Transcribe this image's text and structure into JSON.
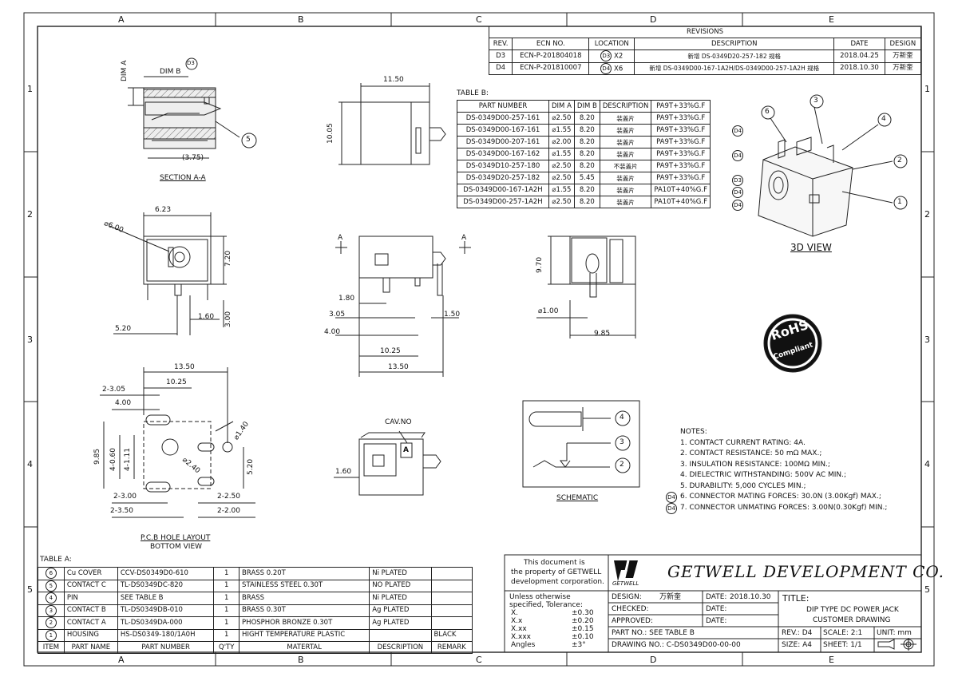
{
  "frame": {
    "zones_top": [
      "A",
      "B",
      "C",
      "D",
      "E"
    ],
    "zones_side": [
      "1",
      "2",
      "3",
      "4",
      "5"
    ]
  },
  "revisions": {
    "title": "REVISIONS",
    "headers": [
      "REV.",
      "ECN NO.",
      "LOCATION",
      "DESCRIPTION",
      "DATE",
      "DESIGN"
    ],
    "rows": [
      {
        "rev": "D3",
        "ecn": "ECN-P-201804018",
        "loc_mark": "D3",
        "loc": "X2",
        "desc": "新增 DS-0349D20-257-182 规格",
        "date": "2018.04.25",
        "design": "万新奎"
      },
      {
        "rev": "D4",
        "ecn": "ECN-P-201810007",
        "loc_mark": "D4",
        "loc": "X6",
        "desc": "新增 DS-0349D00-167-1A2H/DS-0349D00-257-1A2H 规格",
        "date": "2018.10.30",
        "design": "万新奎"
      }
    ]
  },
  "table_b": {
    "title": "TABLE B:",
    "headers": [
      "PART NUMBER",
      "DIM A",
      "DIM B",
      "DESCRIPTION",
      "PA9T+33%G.F"
    ],
    "header_last": "PA9T+33%G.F",
    "rows": [
      {
        "pn": "DS-0349D00-257-161",
        "a": "⌀2.50",
        "b": "8.20",
        "d": "装盖片",
        "m": "PA9T+33%G.F",
        "mark": ""
      },
      {
        "pn": "DS-0349D00-167-161",
        "a": "⌀1.55",
        "b": "8.20",
        "d": "装盖片",
        "m": "PA9T+33%G.F",
        "mark": "D4"
      },
      {
        "pn": "DS-0349D00-207-161",
        "a": "⌀2.00",
        "b": "8.20",
        "d": "装盖片",
        "m": "PA9T+33%G.F",
        "mark": ""
      },
      {
        "pn": "DS-0349D00-167-162",
        "a": "⌀1.55",
        "b": "8.20",
        "d": "装盖片",
        "m": "PA9T+33%G.F",
        "mark": "D4"
      },
      {
        "pn": "DS-0349D10-257-180",
        "a": "⌀2.50",
        "b": "8.20",
        "d": "不装盖片",
        "m": "PA9T+33%G.F",
        "mark": ""
      },
      {
        "pn": "DS-0349D20-257-182",
        "a": "⌀2.50",
        "b": "5.45",
        "d": "装盖片",
        "m": "PA9T+33%G.F",
        "mark": "D3"
      },
      {
        "pn": "DS-0349D00-167-1A2H",
        "a": "⌀1.55",
        "b": "8.20",
        "d": "装盖片",
        "m": "PA10T+40%G.F",
        "mark": "D4"
      },
      {
        "pn": "DS-0349D00-257-1A2H",
        "a": "⌀2.50",
        "b": "8.20",
        "d": "装盖片",
        "m": "PA10T+40%G.F",
        "mark": "D4"
      }
    ]
  },
  "views": {
    "section_label": "SECTION A-A",
    "pcb_label": "P.C.B HOLE LAYOUT",
    "pcb_sub": "BOTTOM VIEW",
    "schematic_label": "SCHEMATIC",
    "view3d_label": "3D VIEW",
    "cav_label": "CAV.NO",
    "cav_letter": "A",
    "rohs_main": "RoHS",
    "rohs_sub": "Compliant"
  },
  "dims": {
    "dim_a": "DIM A",
    "dim_b": "DIM B",
    "d3": "D3",
    "c5": "5",
    "d375": "(3.75)",
    "w1150": "11.50",
    "h1005": "10.05",
    "w623": "6.23",
    "dia600": "⌀6.00",
    "h720": "7.20",
    "w160": "1.60",
    "h300": "3.00",
    "w520": "5.20",
    "a1": "A",
    "a2": "A",
    "w180": "1.80",
    "w305": "3.05",
    "w400": "4.00",
    "w150": "1.50",
    "w1025": "10.25",
    "w1350": "13.50",
    "h970": "9.70",
    "dia100": "⌀1.00",
    "w985": "9.85",
    "p1350": "13.50",
    "p1025": "10.25",
    "p2305": "2-3.05",
    "p400": "4.00",
    "p985": "9.85",
    "p4060": "4-0.60",
    "p4111": "4-1.11",
    "p140": "⌀1.40",
    "p240": "⌀2.40",
    "p520": "5.20",
    "p2300": "2-3.00",
    "p2350": "2-3.50",
    "p2250": "2-2.50",
    "p2200": "2-2.00",
    "v160": "1.60",
    "n6": "6",
    "n3": "3",
    "n4": "4",
    "n2": "2",
    "n1": "1"
  },
  "notes": {
    "title": "NOTES:",
    "items": [
      {
        "mark": "",
        "text": "1. CONTACT CURRENT RATING: 4A."
      },
      {
        "mark": "",
        "text": "2. CONTACT RESISTANCE: 50 mΩ MAX.;"
      },
      {
        "mark": "",
        "text": "3. INSULATION RESISTANCE: 100MΩ MIN.;"
      },
      {
        "mark": "",
        "text": "4. DIELECTRIC WITHSTANDING: 500V AC MIN.;"
      },
      {
        "mark": "",
        "text": "5. DURABILITY: 5,000 CYCLES MIN.;"
      },
      {
        "mark": "D4",
        "text": "6. CONNECTOR MATING FORCES: 30.0N (3.00Kgf) MAX.;"
      },
      {
        "mark": "D4",
        "text": "7. CONNECTOR UNMATING FORCES: 3.00N(0.30Kgf) MIN.;"
      }
    ]
  },
  "table_a": {
    "title": "TABLE A:",
    "rows": [
      {
        "item": "6",
        "name": "Cu COVER",
        "pn": "CCV-DS0349D0-610",
        "qty": "1",
        "mat": "BRASS 0.20T",
        "desc": "Ni PLATED",
        "rem": ""
      },
      {
        "item": "5",
        "name": "CONTACT C",
        "pn": "TL-DS0349DC-820",
        "qty": "1",
        "mat": "STAINLESS STEEL 0.30T",
        "desc": "NO PLATED",
        "rem": ""
      },
      {
        "item": "4",
        "name": "PIN",
        "pn": "SEE TABLE B",
        "qty": "1",
        "mat": "BRASS",
        "desc": "Ni PLATED",
        "rem": ""
      },
      {
        "item": "3",
        "name": "CONTACT B",
        "pn": "TL-DS0349DB-010",
        "qty": "1",
        "mat": "BRASS 0.30T",
        "desc": "Ag PLATED",
        "rem": ""
      },
      {
        "item": "2",
        "name": "CONTACT A",
        "pn": "TL-DS0349DA-000",
        "qty": "1",
        "mat": "PHOSPHOR BRONZE 0.30T",
        "desc": "Ag PLATED",
        "rem": ""
      },
      {
        "item": "1",
        "name": "HOUSING",
        "pn": "HS-DS0349-180/1A0H",
        "qty": "1",
        "mat": "HIGHT TEMPERATURE PLASTIC",
        "desc": "",
        "rem": "BLACK"
      }
    ],
    "footer": [
      "ITEM",
      "PART NAME",
      "PART NUMBER",
      "Q'TY",
      "MATERTAL",
      "DESCRIPTION",
      "REMARK"
    ]
  },
  "title_block": {
    "property_1": "This document is",
    "property_2": "the property of GETWELL",
    "property_3": "development corporation.",
    "company": "GETWELL DEVELOPMENT CO.",
    "logo_text": "GETWELL",
    "tol_head_1": "Unless otherwise",
    "tol_head_2": "specified, Tolerance:",
    "tolerances": [
      {
        "k": "X.",
        "v": "±0.30"
      },
      {
        "k": "X.x",
        "v": "±0.20"
      },
      {
        "k": "X.xx",
        "v": "±0.15"
      },
      {
        "k": "X.xxx",
        "v": "±0.10"
      },
      {
        "k": "Angles",
        "v": "±3°"
      }
    ],
    "design_label": "DESIGN:",
    "design_val": "万新奎",
    "date_label": "DATE:",
    "date_val": "2018.10.30",
    "checked_label": "CHECKED:",
    "checked_date": "DATE:",
    "approved_label": "APPROVED:",
    "approved_date": "DATE:",
    "partno": "PART NO.: SEE TABLE B",
    "drawing_no": "DRAWING NO.: C-DS0349D00-00-00",
    "title_label": "TITLE:",
    "title_1": "DIP TYPE DC POWER JACK",
    "title_2": "CUSTOMER DRAWING",
    "rev": "REV.: D4",
    "scale": "SCALE: 2:1",
    "unit": "UNIT: mm",
    "size": "SIZE: A4",
    "sheet": "SHEET: 1/1"
  }
}
